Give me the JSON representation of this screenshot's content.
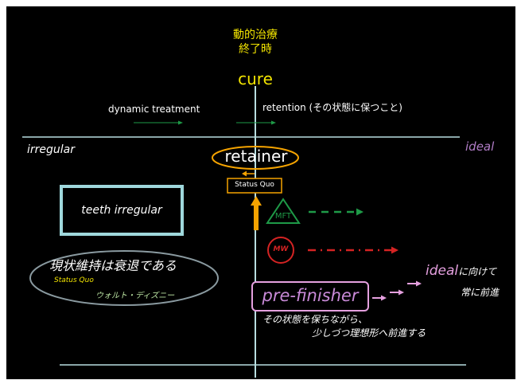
{
  "top_label_line1": "動的治療",
  "top_label_line2": "終了時",
  "cure": "cure",
  "dynamic_treatment": "dynamic  treatment",
  "retention": "retention (その状態に保つこと)",
  "irregular": "irregular",
  "ideal": "ideal",
  "retainer": "retainer",
  "status_quo_box": "Status  Quo",
  "teeth_irregular": "teeth  irregular",
  "mft": "MFT",
  "mw": "MW",
  "quote_main": "現状維持は衰退である",
  "quote_status_quo": "Status Quo",
  "quote_author": "ウォルト・ディズニー",
  "pre_finisher": "pre-finisher",
  "ideal_goal_word": "ideal",
  "ideal_goal_suffix": "に向けて",
  "ideal_goal_line2": "常に前進",
  "bottom_line1": "その状態を保ちながら、",
  "bottom_line2": "少しづつ理想形へ前進する",
  "colors": {
    "yellow": "#f2e400",
    "orange": "#f5a300",
    "cyan_line": "#b8dde0",
    "cyan_box": "#9fd8dc",
    "green": "#1e9a47",
    "red": "#d42323",
    "pink": "#e5a0df",
    "purple": "#c98ad8",
    "ideal_purple": "#b07cc6",
    "pale_green": "#b8e0a0"
  }
}
